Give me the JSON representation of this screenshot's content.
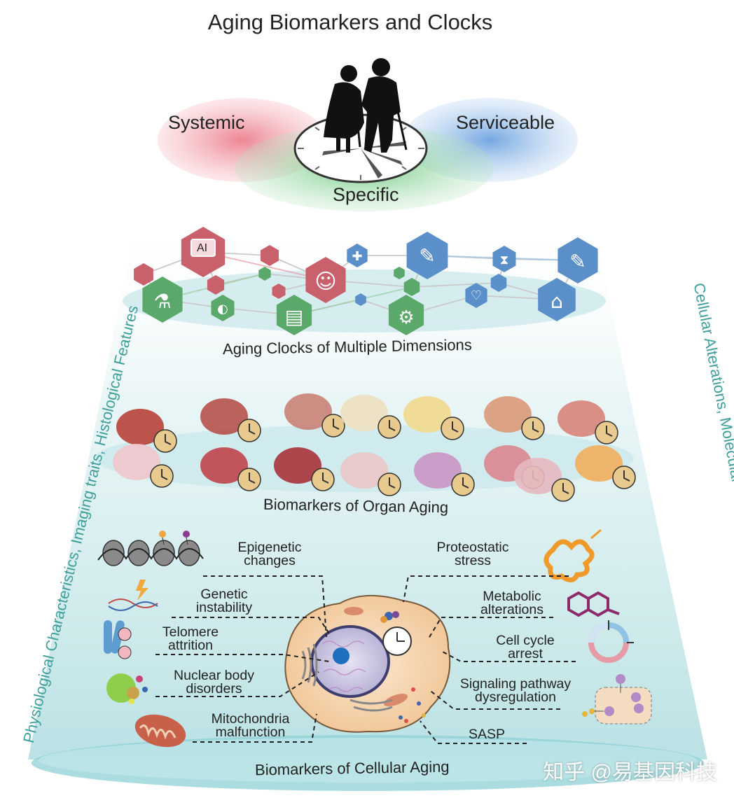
{
  "title": "Aging Biomarkers and Clocks",
  "criteria": {
    "systemic": "Systemic",
    "serviceable": "Serviceable",
    "specific": "Specific"
  },
  "sections": {
    "clocks": "Aging Clocks of Multiple Dimensions",
    "organ": "Biomarkers of Organ Aging",
    "cellular": "Biomarkers of Cellular Aging"
  },
  "side_labels": {
    "left": "Physiological Characteristics, Imaging traits, Histological Features",
    "right": "Cellular Alterations, Molecular Changes, Secretory Factors"
  },
  "clock_icons": {
    "ai": "AI"
  },
  "cellular_biomarkers": {
    "left": [
      {
        "line1": "Epigenetic",
        "line2": "changes"
      },
      {
        "line1": "Genetic",
        "line2": "instability"
      },
      {
        "line1": "Telomere",
        "line2": "attrition"
      },
      {
        "line1": "Nuclear body",
        "line2": "disorders"
      },
      {
        "line1": "Mitochondria",
        "line2": "malfunction"
      }
    ],
    "right": [
      {
        "line1": "Proteostatic",
        "line2": "stress"
      },
      {
        "line1": "Metabolic",
        "line2": "alterations"
      },
      {
        "line1": "Cell cycle",
        "line2": "arrest"
      },
      {
        "line1": "Signaling pathway",
        "line2": "dysregulation"
      },
      {
        "line1": "SASP",
        "line2": ""
      }
    ]
  },
  "colors": {
    "systemic": "#e36d7c",
    "serviceable": "#4f8fd1",
    "specific": "#4caf64",
    "hex_red": "#c9616d",
    "hex_green": "#5aa86a",
    "hex_blue": "#5b8fc9",
    "side_text": "#3f9f9a",
    "organ_tan": "#e8c98e"
  },
  "watermark": "知乎 @易基因科技"
}
